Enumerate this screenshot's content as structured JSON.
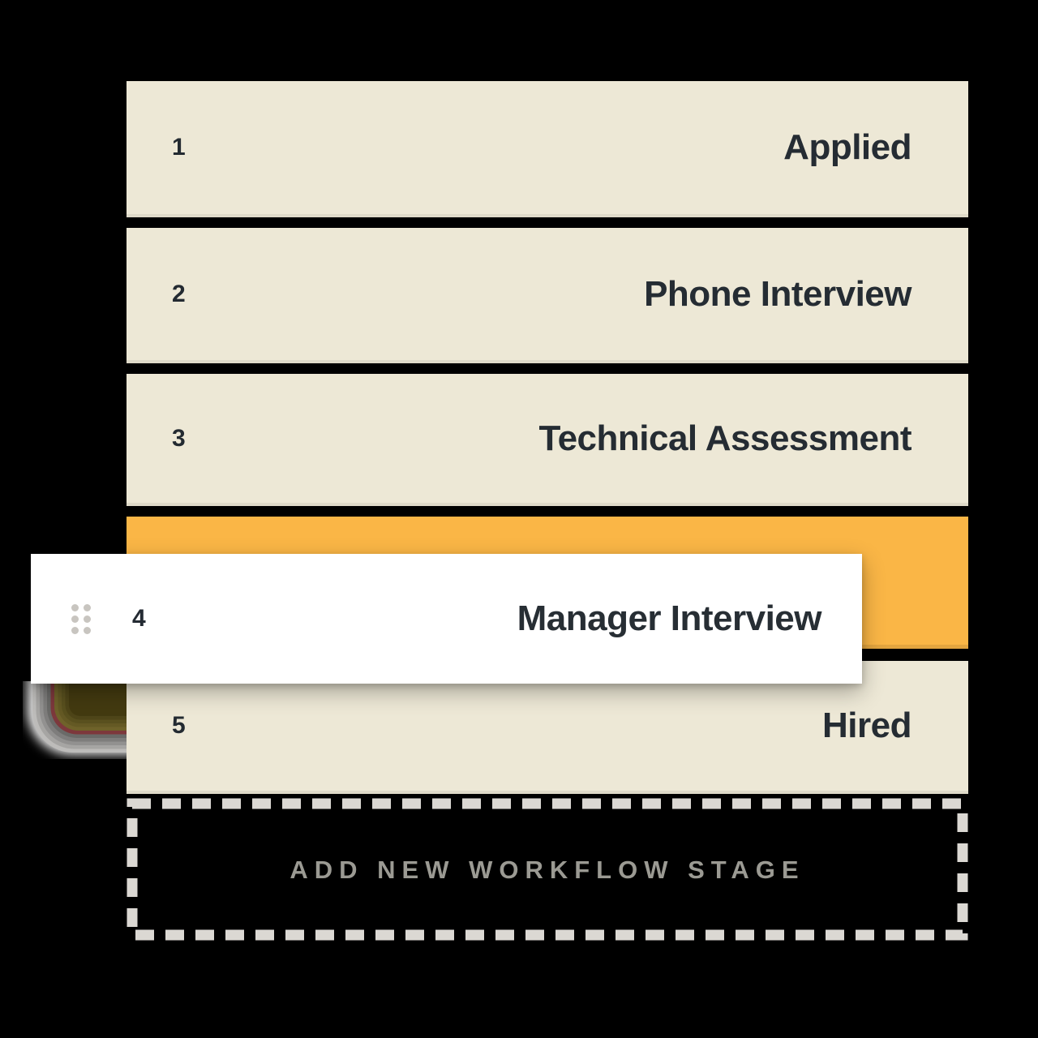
{
  "workflow": {
    "stages": [
      {
        "number": "1",
        "label": "Applied",
        "state": "default"
      },
      {
        "number": "2",
        "label": "Phone Interview",
        "state": "default"
      },
      {
        "number": "3",
        "label": "Technical Assessment",
        "state": "default"
      },
      {
        "number": "4",
        "label": "Manager Interview",
        "state": "dragging"
      },
      {
        "number": "5",
        "label": "Hired",
        "state": "default"
      }
    ],
    "drop_slot": {
      "for_stage": "4"
    },
    "drag_handle_icon": "six-dots-grip",
    "add_stage_button": {
      "label": "ADD NEW WORKFLOW STAGE"
    },
    "colors": {
      "page_bg": "#000000",
      "stage_row_bg": "#EDE8D6",
      "drop_slot_highlight": "#FAB646",
      "dragged_card_bg": "#FFFFFF",
      "text_dark": "#252C33",
      "muted_gray_text": "#9B9A93",
      "dash_border": "#DBD8D3",
      "grip_dot": "#C8C5C0"
    }
  }
}
